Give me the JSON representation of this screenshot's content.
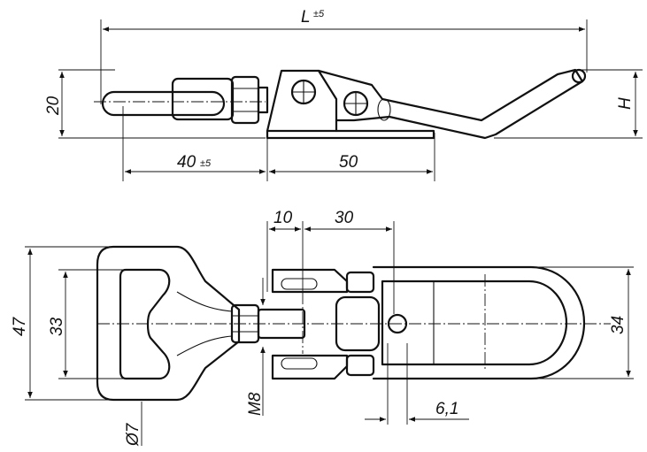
{
  "drawing": {
    "colors": {
      "line": "#111111",
      "background": "#ffffff"
    },
    "side_view": {
      "overall_length": {
        "symbol": "L",
        "tolerance": "±5"
      },
      "height_dim": "20",
      "travel": {
        "value": "40",
        "tolerance": "±5"
      },
      "base_length": "50",
      "handle_height": "H"
    },
    "top_view": {
      "offset_10": "10",
      "pitch_30": "30",
      "outer_height": "47",
      "inner_height": "33",
      "bracket_width": "34",
      "thread": "M8",
      "hole_diameter": "Ø7",
      "hole_offset": "6,1"
    }
  }
}
